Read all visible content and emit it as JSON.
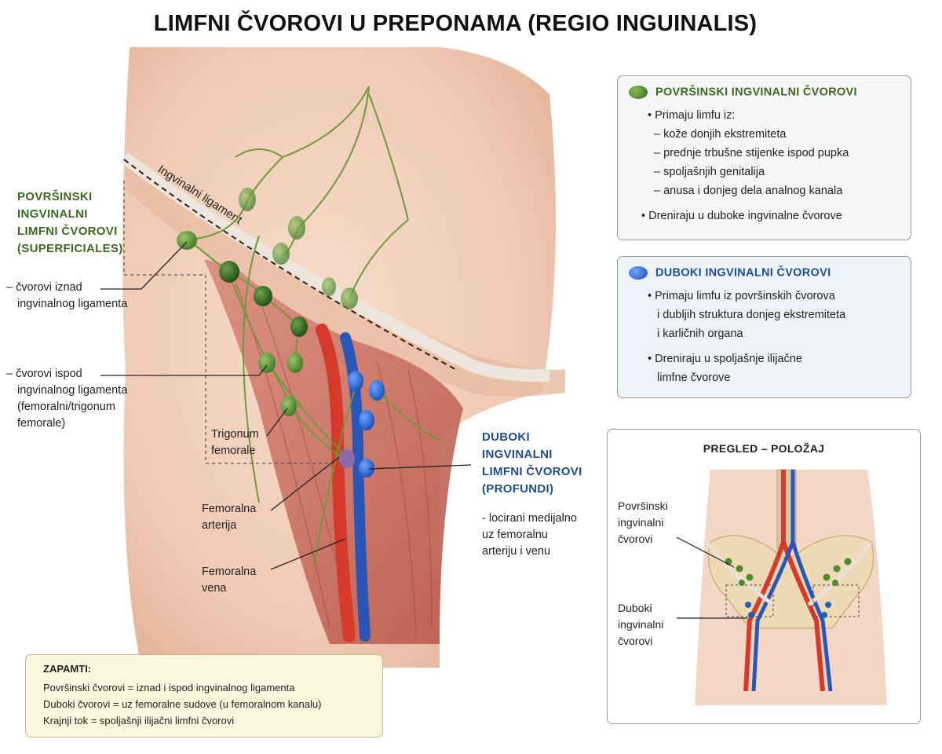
{
  "title": "LIMFNI ČVOROVI U PREPONAMA (REGIO INGUINALIS)",
  "colors": {
    "superficial_node": "#4f8a2c",
    "deep_node": "#1f5fc4",
    "artery": "#d63a2a",
    "vein": "#2a56b8",
    "muscle": "#c9675a",
    "skin": "#f4d6c4"
  },
  "diagram": {
    "ligament_label": "Ingvinalni ligament",
    "superficial_heading": [
      "POVRŠINSKI",
      "INGVINALNI",
      "LIMFNI ČVOROVI",
      "(SUPERFICIALES)"
    ],
    "above_label": [
      "– čvorovi iznad",
      "ingvinalnog ligamenta"
    ],
    "below_label": [
      "– čvorovi ispod",
      "ingvinalnog ligamenta",
      "(femoralni/trigonum",
      "femorale)"
    ],
    "trigonum_label": [
      "Trigonum",
      "femorale"
    ],
    "artery_label": [
      "Femoralna",
      "arterija"
    ],
    "vein_label": [
      "Femoralna",
      "vena"
    ],
    "deep_heading": [
      "DUBOKI",
      "INGVINALNI",
      "LIMFNI ČVOROVI",
      "(PROFUNDI)"
    ],
    "deep_desc": [
      "- locirani medijalno",
      "uz femoralnu",
      "arteriju i venu"
    ]
  },
  "box_superficial": {
    "title": "POVRŠINSKI INGVINALNI ČVOROVI",
    "items": [
      "• Primaju limfu iz:",
      "– kože donjih ekstremiteta",
      "– prednje trbušne stijenke ispod pupka",
      "– spoljašnjih genitalija",
      "– anusa i donjeg dela analnog kanala",
      "• Dreniraju u duboke ingvinalne čvorove"
    ]
  },
  "box_deep": {
    "title": "DUBOKI INGVINALNI ČVOROVI",
    "items": [
      "• Primaju limfu iz površinskih čvorova",
      "i dubljih struktura donjeg ekstremiteta",
      "i karličnih organa",
      "• Dreniraju u spoljašnje ilijačne",
      "limfne čvorove"
    ]
  },
  "remember": {
    "title": "ZAPAMTI:",
    "lines": [
      "Površinski čvorovi = iznad i ispod ingvinalnog ligamenta",
      "Duboki čvorovi = uz femoralne sudove (u femoralnom kanalu)",
      "Krajnji tok = spoljašnji ilijačni limfni čvorovi"
    ]
  },
  "overview": {
    "title": "PREGLED – POLOŽAJ",
    "superficial_label": [
      "Površinski",
      "ingvinalni",
      "čvorovi"
    ],
    "deep_label": [
      "Duboki",
      "ingvinalni",
      "čvorovi"
    ]
  }
}
